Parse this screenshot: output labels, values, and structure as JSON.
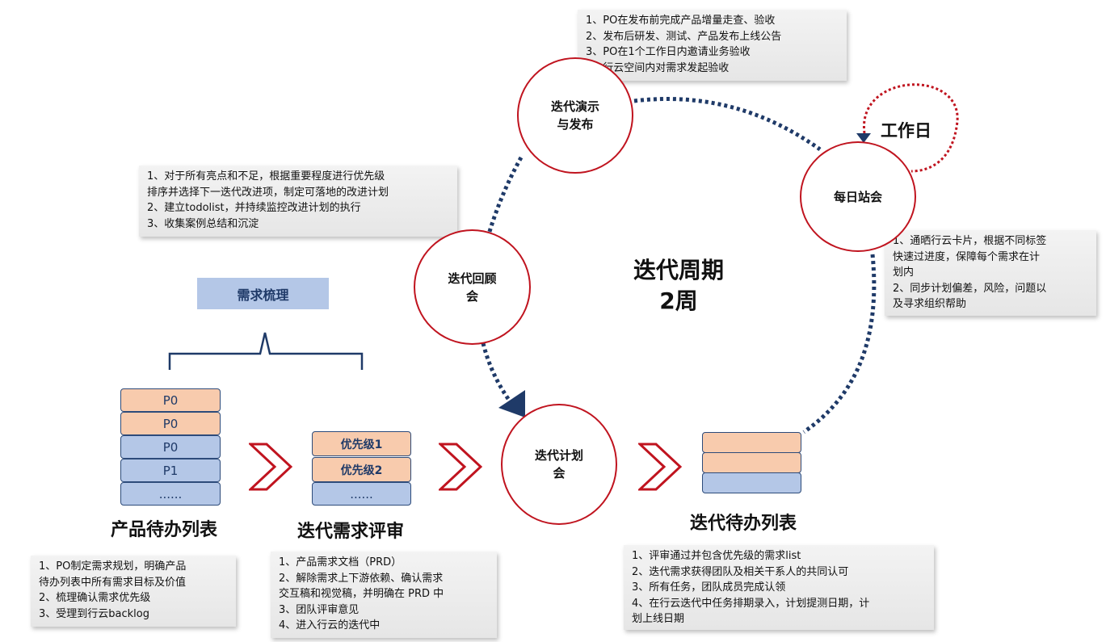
{
  "cycle": {
    "title": "迭代周期",
    "duration": "2周"
  },
  "workday_label": "工作日",
  "circles": {
    "demo": "迭代演示\n与发布",
    "standup": "每日站会",
    "retro": "迭代回顾\n会",
    "planning": "迭代计划\n会"
  },
  "tag_requirements": "需求梳理",
  "product_backlog": {
    "title": "产品待办列表",
    "items": [
      "P0",
      "P0",
      "P0",
      "P1",
      "......"
    ]
  },
  "review": {
    "title": "迭代需求评审",
    "items": [
      "优先级1",
      "优先级2",
      "......"
    ]
  },
  "sprint_backlog": {
    "title": "迭代待办列表"
  },
  "notes": {
    "demo": [
      "1、PO在发布前完成产品增量走查、验收",
      "2、发布后研发、测试、产品发布上线公告",
      "3、PO在1个工作日内邀请业务验收",
      "4、行云空间内对需求发起验收"
    ],
    "retro": [
      "1、对于所有亮点和不足，根据重要程度进行优先级",
      "排序并选择下一迭代改进项，制定可落地的改进计划",
      "2、建立todolist，并持续监控改进计划的执行",
      "3、收集案例总结和沉淀"
    ],
    "standup": [
      "1、通晒行云卡片，根据不同标签",
      "快速过进度，保障每个需求在计",
      "划内",
      "2、同步计划偏差，风险，问题以",
      "及寻求组织帮助"
    ],
    "product": [
      "1、PO制定需求规划，明确产品",
      "待办列表中所有需求目标及价值",
      "2、梳理确认需求优先级",
      "3、受理到行云backlog"
    ],
    "review": [
      "1、产品需求文档（PRD）",
      "2、解除需求上下游依赖、确认需求",
      "交互稿和视觉稿，并明确在 PRD 中",
      "3、团队评审意见",
      "4、进入行云的迭代中"
    ],
    "sprint": [
      "1、评审通过并包含优先级的需求list",
      "2、迭代需求获得团队及相关干系人的共同认可",
      "3、所有任务，团队成员完成认领",
      "4、在行云迭代中任务排期录入，计划提测日期，计",
      "划上线日期"
    ]
  },
  "colors": {
    "circle_border": "#c0141f",
    "dots": "#1f3a68",
    "orange_block": "#f8cbad",
    "blue_block": "#b4c7e7",
    "chevron": "#c0141f"
  }
}
